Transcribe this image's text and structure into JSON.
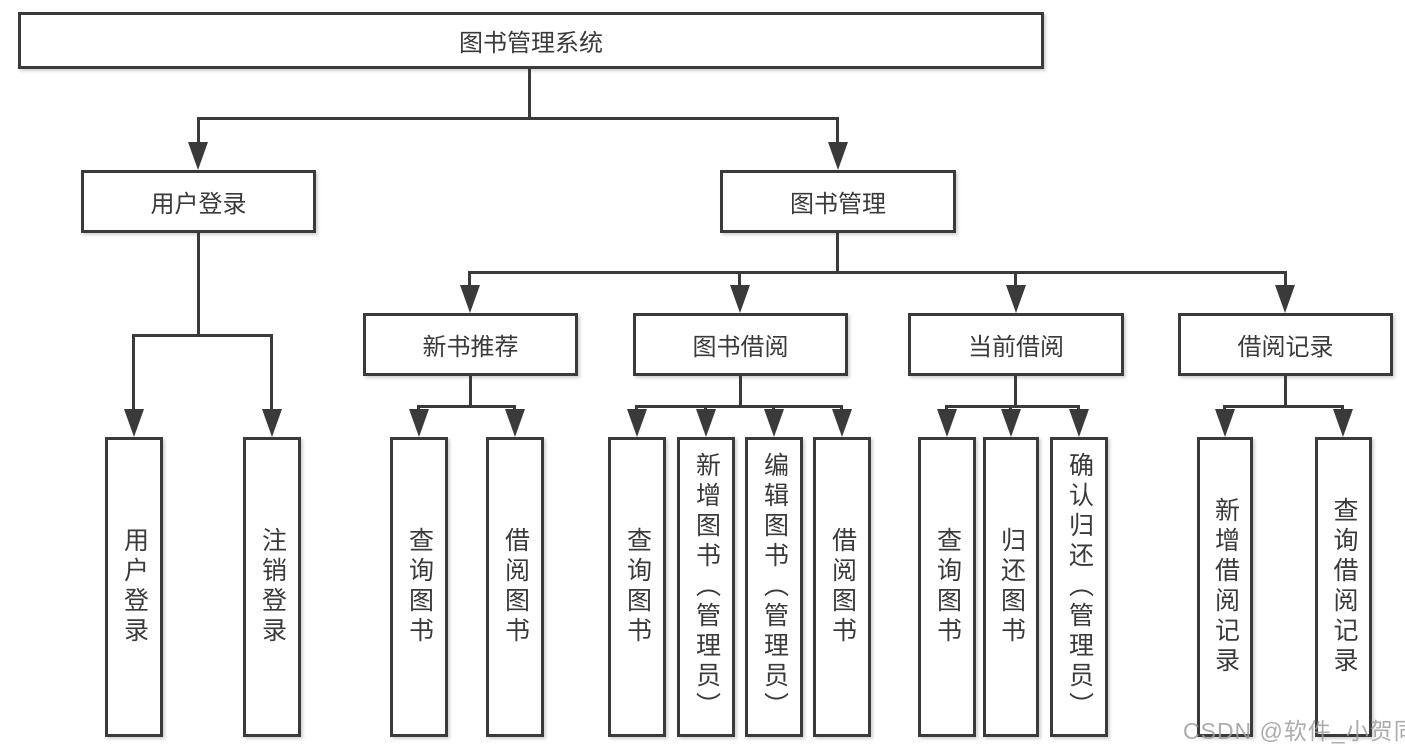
{
  "diagram": {
    "root": {
      "label": "图书管理系统"
    },
    "user_login": {
      "label": "用户登录",
      "children": [
        {
          "label": "用户登录"
        },
        {
          "label": "注销登录"
        }
      ]
    },
    "book_management": {
      "label": "图书管理",
      "sections": [
        {
          "label": "新书推荐",
          "children": [
            {
              "label": "查询图书"
            },
            {
              "label": "借阅图书"
            }
          ]
        },
        {
          "label": "图书借阅",
          "children": [
            {
              "label": "查询图书"
            },
            {
              "label": "新增图书（管理员）"
            },
            {
              "label": "编辑图书（管理员）"
            },
            {
              "label": "借阅图书"
            }
          ]
        },
        {
          "label": "当前借阅",
          "children": [
            {
              "label": "查询图书"
            },
            {
              "label": "归还图书"
            },
            {
              "label": "确认归还（管理员）"
            }
          ]
        },
        {
          "label": "借阅记录",
          "children": [
            {
              "label": "新增借阅记录"
            },
            {
              "label": "查询借阅记录"
            }
          ]
        }
      ]
    },
    "watermark": "CSDN @软件_小贺同学",
    "colors": {
      "line": "#3a3a3a",
      "text": "#3a3a3a",
      "watermark": "#9e9e9e",
      "background": "#ffffff"
    }
  }
}
